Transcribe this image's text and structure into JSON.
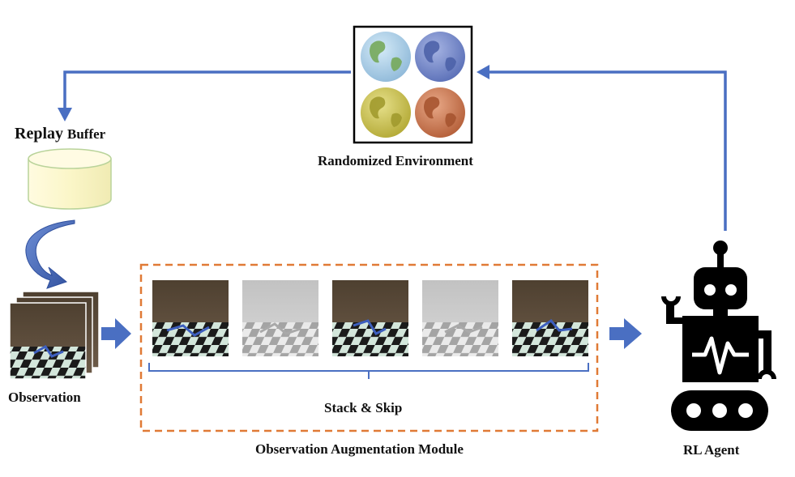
{
  "labels": {
    "replay_buffer_main": "Replay",
    "replay_buffer_sub": "Buffer",
    "randomized_environment": "Randomized Environment",
    "observation": "Observation",
    "stack_skip": "Stack & Skip",
    "augmentation_module": "Observation Augmentation Module",
    "rl_agent": "RL Agent"
  },
  "colors": {
    "arrow": "#4a6fc2",
    "dashed_box": "#e07a36",
    "buffer_fill": "#fbf8cf",
    "buffer_stroke": "#b9d39a",
    "globe_blue_light": "#a8cde6",
    "globe_blue_dark": "#6f86c9",
    "globe_yellow": "#c8bf48",
    "globe_orange": "#c9734a",
    "land": "#76a95a",
    "sky": "#5b4a3a",
    "floor_light": "#d3e6db",
    "floor_dark": "#1b1b1b",
    "robot": "#000000"
  },
  "icons": {
    "environment": "globe-icon",
    "agent": "robot-icon",
    "buffer": "database-cylinder-icon"
  },
  "frames": [
    {
      "style": "color"
    },
    {
      "style": "gray"
    },
    {
      "style": "color"
    },
    {
      "style": "gray"
    },
    {
      "style": "color"
    }
  ]
}
